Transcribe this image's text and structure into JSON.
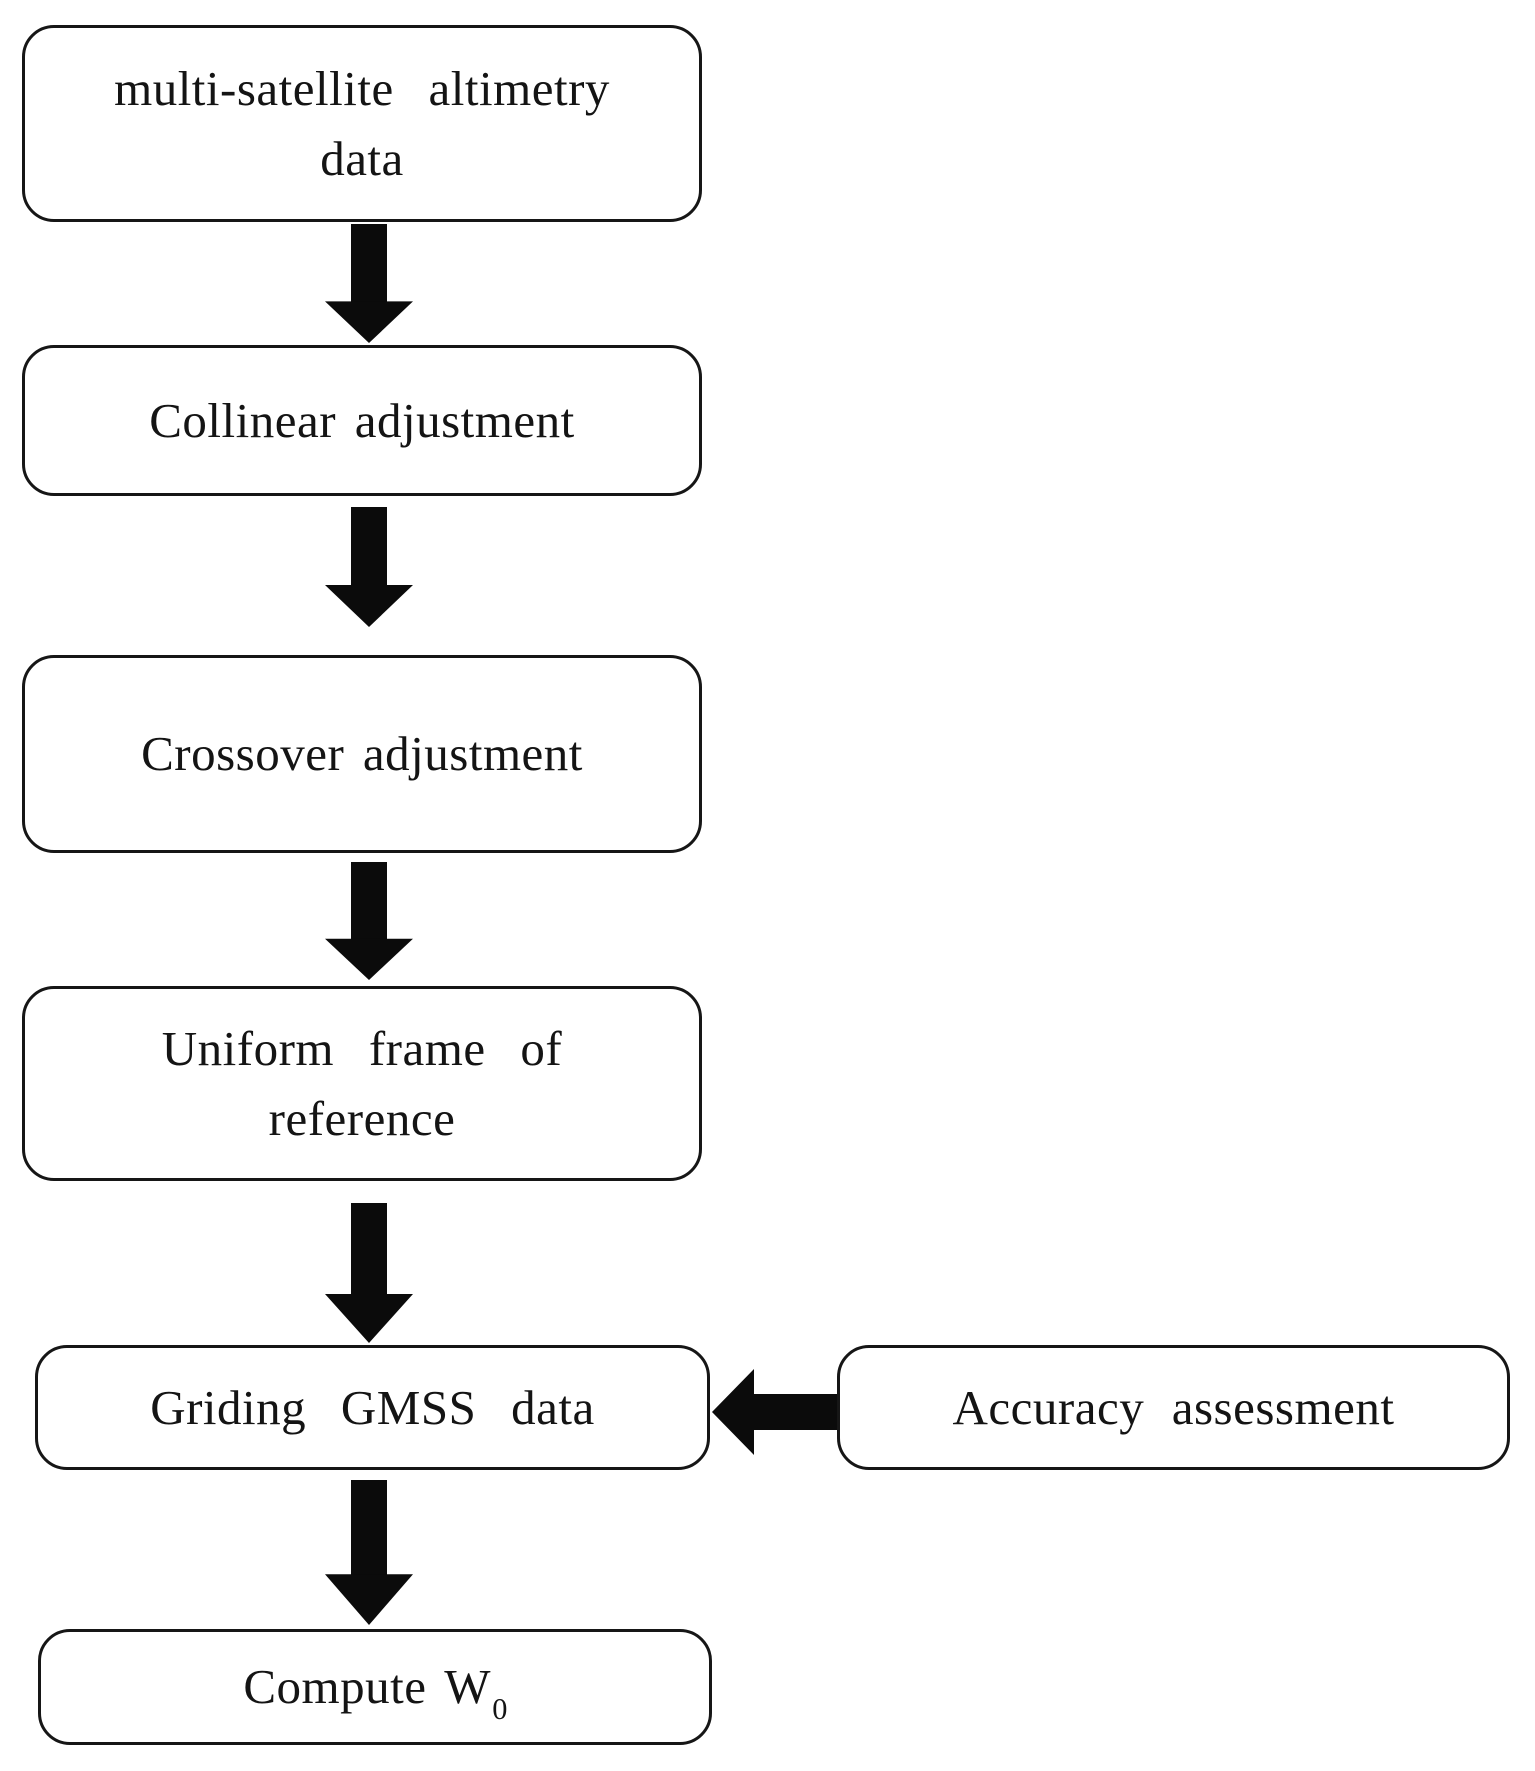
{
  "diagram": {
    "type": "flowchart",
    "background_color": "#ffffff",
    "box_fill_color": "#ffffff",
    "box_border_color": "#161616",
    "arrow_color": "#0b0b0b",
    "text_color": "#141414",
    "nodes": [
      {
        "id": "multi-satellite-altimetry-data",
        "lines": [
          "multi-satellite altimetry",
          "data"
        ]
      },
      {
        "id": "collinear-adjustment",
        "lines": [
          "Collinear adjustment"
        ]
      },
      {
        "id": "crossover-adjustment",
        "lines": [
          "Crossover adjustment"
        ]
      },
      {
        "id": "uniform-frame-of-reference",
        "lines": [
          "Uniform frame of",
          "reference"
        ]
      },
      {
        "id": "griding-gmss-data",
        "lines": [
          "Griding GMSS data"
        ]
      },
      {
        "id": "accuracy-assessment",
        "lines": [
          "Accuracy assessment"
        ]
      },
      {
        "id": "compute-w0",
        "lines": [
          "Compute W"
        ],
        "subscript": "0"
      }
    ],
    "edges": [
      {
        "from": "multi-satellite-altimetry-data",
        "to": "collinear-adjustment",
        "direction": "down"
      },
      {
        "from": "collinear-adjustment",
        "to": "crossover-adjustment",
        "direction": "down"
      },
      {
        "from": "crossover-adjustment",
        "to": "uniform-frame-of-reference",
        "direction": "down"
      },
      {
        "from": "uniform-frame-of-reference",
        "to": "griding-gmss-data",
        "direction": "down"
      },
      {
        "from": "accuracy-assessment",
        "to": "griding-gmss-data",
        "direction": "left"
      },
      {
        "from": "griding-gmss-data",
        "to": "compute-w0",
        "direction": "down"
      }
    ]
  }
}
